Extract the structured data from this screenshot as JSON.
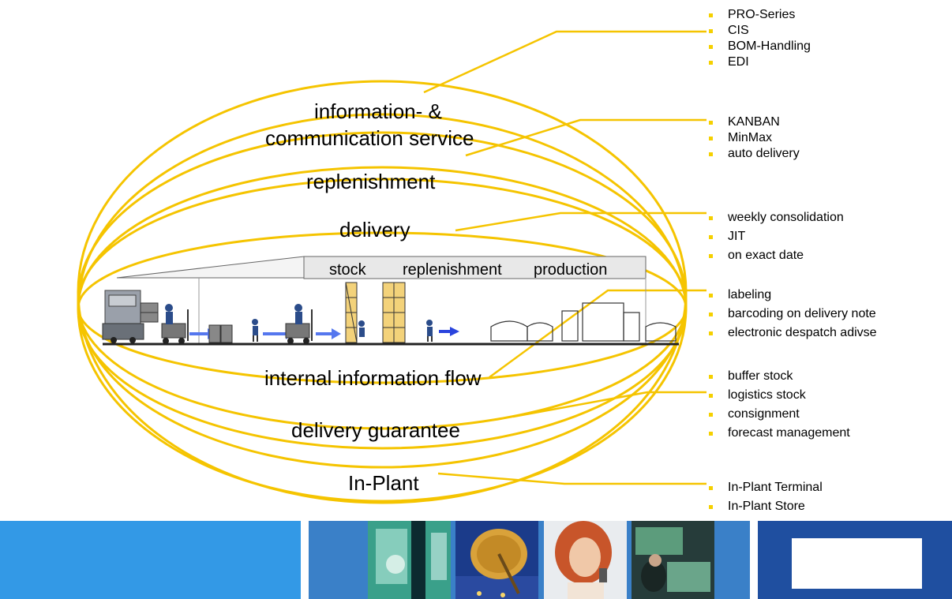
{
  "rings": {
    "info_line1": "information- &",
    "info_line2": "communication service",
    "replenishment": "replenishment",
    "delivery": "delivery",
    "internal": "internal information flow",
    "guarantee": "delivery guarantee",
    "inplant": "In-Plant"
  },
  "warehouse": {
    "stock": "stock",
    "replenishment": "replenishment",
    "production": "production"
  },
  "groups": [
    {
      "items": [
        "PRO-Series",
        "CIS",
        "BOM-Handling",
        "EDI"
      ]
    },
    {
      "items": [
        "KANBAN",
        "MinMax",
        "auto delivery"
      ]
    },
    {
      "items": [
        "weekly consolidation",
        "JIT",
        "on exact date"
      ]
    },
    {
      "items": [
        "labeling",
        "barcoding on delivery note",
        "electronic despatch adivse"
      ]
    },
    {
      "items": [
        "buffer stock",
        "logistics stock",
        "consignment",
        "forecast management"
      ]
    },
    {
      "items": [
        "In-Plant Terminal",
        "In-Plant Store"
      ]
    }
  ],
  "colors": {
    "ring": "#f5c400",
    "bullet": "#f5d000",
    "footer_light": "#3399e6",
    "footer_mid": "#3a80c8",
    "footer_dark": "#1f4fa0",
    "arrow": "#5577ee"
  }
}
